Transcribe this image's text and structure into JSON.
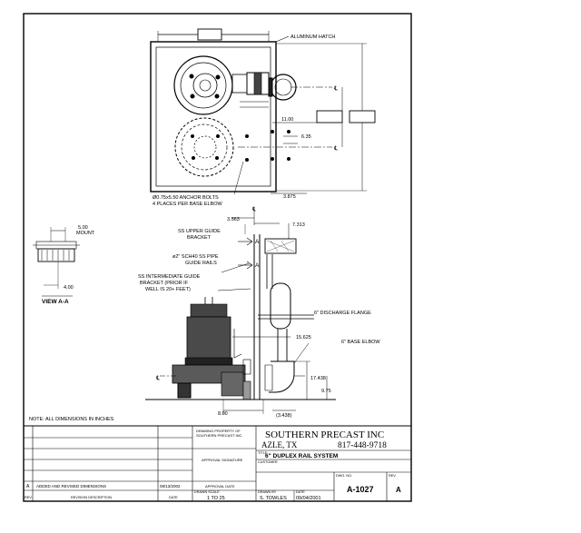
{
  "callouts": {
    "aluminum_hatch": "ALUMINUM HATCH",
    "dim_11": "11.00",
    "dim_635": "6.35",
    "dim_3875": "3.875",
    "anchor_bolts_1": "Ø0.75x5.50 ANCHOR BOLTS",
    "anchor_bolts_2": "4 PLACES PER BASE ELBOW",
    "dim_3563": "3.563",
    "dim_7313": "7.313",
    "upper_guide_1": "SS UPPER GUIDE",
    "upper_guide_2": "BRACKET",
    "rails_1": "ø2\" SCH40 SS PIPE",
    "rails_2": "GUIDE RAILS",
    "inter_guide_1": "SS INTERMEDIATE GUIDE",
    "inter_guide_2": "BRACKET (PRIOR IF",
    "inter_guide_3": "WELL IS 20+ FEET)",
    "discharge_flange": "6\" DISCHARGE FLANGE",
    "dim_15625": "15.625",
    "base_elbow": "6\" BASE ELBOW",
    "dim_17438": "17.438",
    "dim_975": "9.75",
    "dim_800": "8.00",
    "dim_3438": "(3.438)",
    "dim_500": "5.00",
    "mount": "MOUNT",
    "dim_400": "4.00",
    "view_label": "VIEW A-A",
    "sec_a": "A"
  },
  "note": "NOTE: ALL DIMENSIONS IN INCHES",
  "title_block": {
    "drawing_property": "DRAWING PROPERTY OF",
    "drawing_property_2": "SOUTHERN PRECAST INC.",
    "approval_signature": "APPROVAL SIGNATURE",
    "approval_date": "APPROVAL DATE",
    "company": "SOUTHERN PRECAST INC",
    "city": "AZLE, TX",
    "phone": "817-448-9718",
    "title_label": "TITLE",
    "title": "6\" DUPLEX RAIL SYSTEM",
    "customer_label": "CUSTOMER",
    "scale_label": "DRAWN SCALE",
    "scale": "1 TO 25",
    "drawn_by_label": "DRAWN BY",
    "drawn_by": "S. TOWLES",
    "date_label": "DATE",
    "date": "09/04/2001",
    "dwg_label": "DWG. NO.",
    "dwg_no": "A-1027",
    "rev_label": "REV.",
    "rev": "A",
    "rev_row_letter": "A",
    "rev_row_desc": "ADDED AND REVISED DIMENSIONS",
    "rev_row_date": "08/13/2002",
    "hdr_rev": "REV.",
    "hdr_desc": "REVISION DESCRIPTION",
    "hdr_date": "DATE"
  }
}
